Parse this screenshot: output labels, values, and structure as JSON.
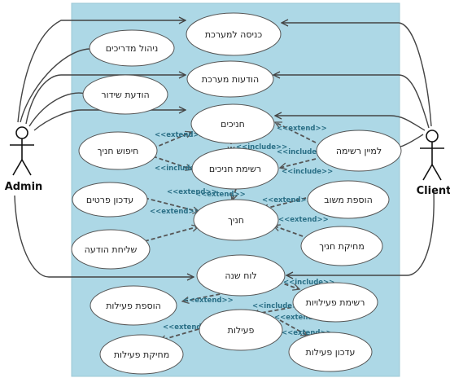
{
  "diagram": {
    "type": "use-case",
    "colors": {
      "system_boundary": "#add8e6",
      "use_case_fill": "#ffffff",
      "line": "#444444",
      "dashed": "#555555",
      "relation_label": "#2a6f86"
    },
    "actors": [
      {
        "id": "admin",
        "label": "Admin"
      },
      {
        "id": "client",
        "label": "Client"
      }
    ],
    "use_cases": [
      {
        "id": "login",
        "label": "כניסה למערכת"
      },
      {
        "id": "manage_guides",
        "label": "ניהול מדריכים"
      },
      {
        "id": "system_messages",
        "label": "הודעות מערכת"
      },
      {
        "id": "broadcast_message",
        "label": "הודעת שידור"
      },
      {
        "id": "trainees",
        "label": "חניכים"
      },
      {
        "id": "search_trainee",
        "label": "חיפוש חניך"
      },
      {
        "id": "sort_list",
        "label": "למיין רשימה"
      },
      {
        "id": "trainee_list",
        "label": "רשימת חניכים"
      },
      {
        "id": "update_details",
        "label": "עדכון פרטים"
      },
      {
        "id": "add_feedback",
        "label": "הוספת משוב"
      },
      {
        "id": "trainee",
        "label": "חניך"
      },
      {
        "id": "send_message",
        "label": "שליחת הודעה"
      },
      {
        "id": "delete_trainee",
        "label": "מחיקת חניך"
      },
      {
        "id": "yearly_board",
        "label": "לוח שנה"
      },
      {
        "id": "add_activity",
        "label": "הוספת פעילות"
      },
      {
        "id": "activity_list",
        "label": "רשימת פעילויות"
      },
      {
        "id": "activities",
        "label": "פעילות"
      },
      {
        "id": "delete_activity",
        "label": "מחיקת פעילות"
      },
      {
        "id": "update_activity",
        "label": "עדכון פעילות"
      }
    ],
    "relations": [
      {
        "id": "r1",
        "label": "<<extend>>"
      },
      {
        "id": "r2",
        "label": "<<include>>"
      },
      {
        "id": "r3",
        "label": "<<include>>"
      },
      {
        "id": "r4",
        "label": "<<extend>>"
      },
      {
        "id": "r5",
        "label": "<<include>>"
      },
      {
        "id": "r6",
        "label": "<<include>>"
      },
      {
        "id": "r7",
        "label": "<<extend>>"
      },
      {
        "id": "r8",
        "label": "<<extend>>"
      },
      {
        "id": "r9",
        "label": "<<extend>>"
      },
      {
        "id": "r10",
        "label": "<<extend>>"
      },
      {
        "id": "r11",
        "label": "<<extend>>"
      },
      {
        "id": "r12",
        "label": "<<include>>"
      },
      {
        "id": "r13",
        "label": "<<include>>"
      },
      {
        "id": "r14",
        "label": "<<extend>>"
      },
      {
        "id": "r15",
        "label": "<<extend>>"
      },
      {
        "id": "r16",
        "label": "<<extend>>"
      },
      {
        "id": "r17",
        "label": "<<extend>>"
      }
    ]
  }
}
